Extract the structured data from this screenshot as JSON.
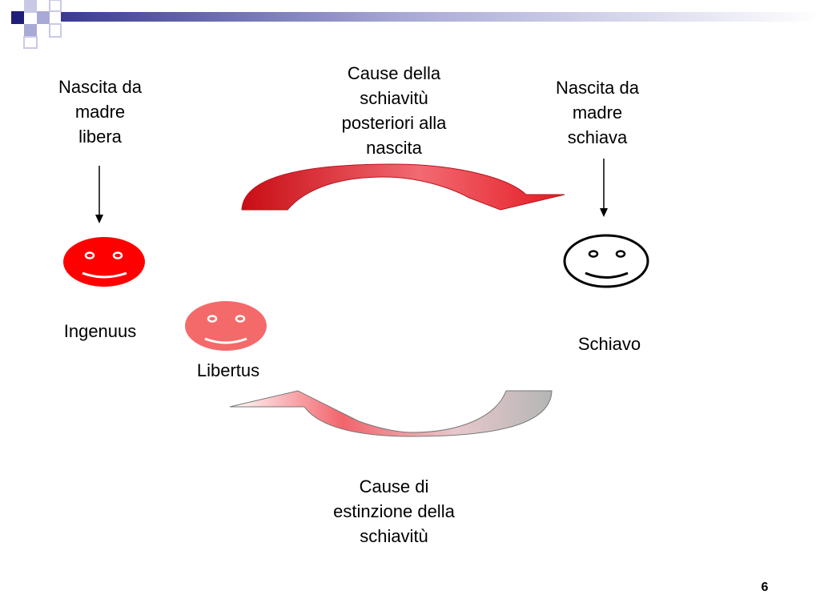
{
  "labels": {
    "birth_free": [
      "Nascita da",
      "madre",
      "libera"
    ],
    "causes_slavery": [
      "Cause della",
      "schiavitù",
      "posteriori alla",
      "nascita"
    ],
    "birth_slave": [
      "Nascita da",
      "madre",
      "schiava"
    ],
    "ingenuus": "Ingenuus",
    "libertus": "Libertus",
    "schiavo": "Schiavo",
    "causes_extinction": [
      "Cause di",
      "estinzione della",
      "schiavitù"
    ]
  },
  "page_number": "6",
  "colors": {
    "header_dark": "#1f1f7a",
    "header_light": "#a9a9d8",
    "red": "#ff0000",
    "pink": "#f46a6a",
    "arrow_red": "#e0101c",
    "arrow_grey": "#b8b8b8"
  }
}
